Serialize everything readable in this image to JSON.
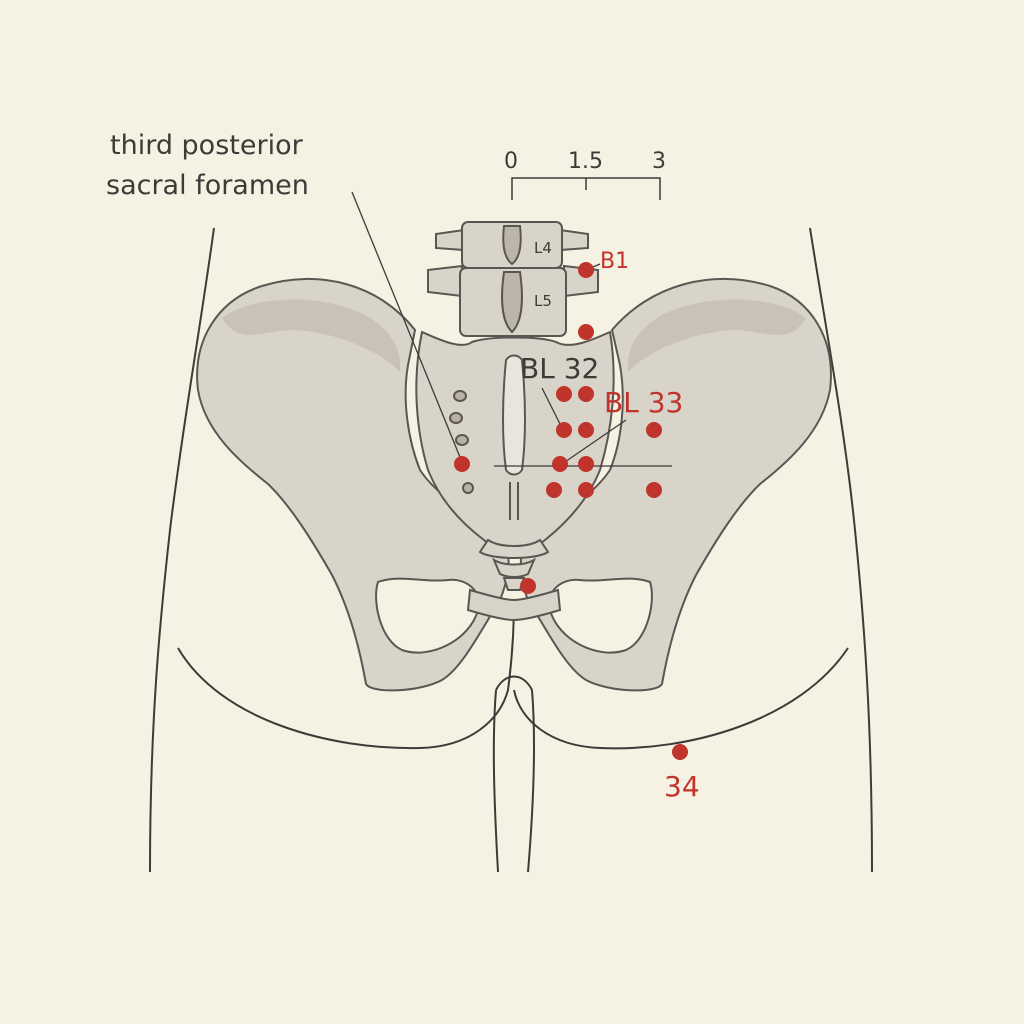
{
  "colors": {
    "background": "#f5f1e3",
    "bone_fill": "#d9d4ca",
    "bone_shade": "#c4bdb1",
    "outline": "#5a5752",
    "accent": "#c0342b",
    "text_dark": "#3d3b38"
  },
  "scale": {
    "ticks": [
      "0",
      "1.5",
      "3"
    ]
  },
  "labels": {
    "foramen_line1": "third posterior",
    "foramen_line2": "sacral foramen",
    "vertebra_l4": "L4",
    "vertebra_l5": "L5",
    "point_b1": "B1",
    "point_bl32": "BL 32",
    "point_bl33": "BL 33",
    "point_34": "34"
  }
}
